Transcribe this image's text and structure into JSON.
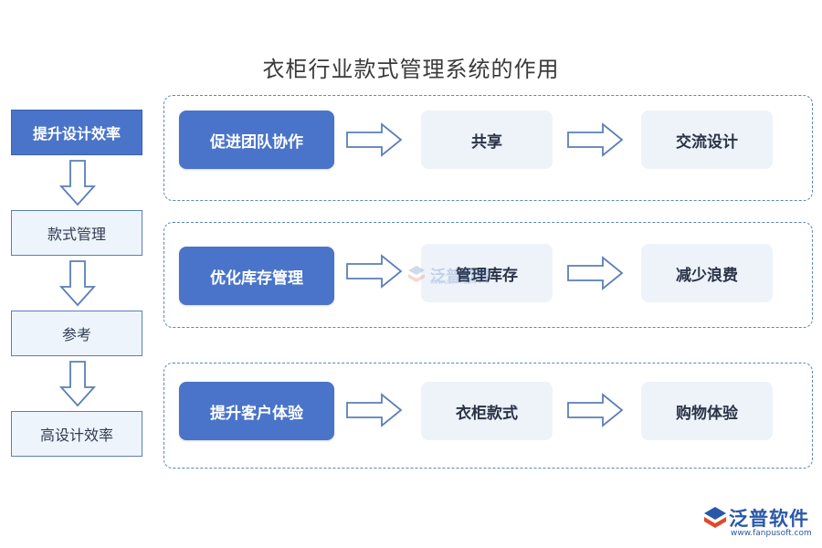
{
  "title": "衣柜行业款式管理系统的作用",
  "left_flow": [
    {
      "label": "提升设计效率"
    },
    {
      "label": "款式管理"
    },
    {
      "label": "参考"
    },
    {
      "label": "高设计效率"
    }
  ],
  "rows": [
    {
      "main": "促进团队协作",
      "step1": "共享",
      "step2": "交流设计"
    },
    {
      "main": "优化库存管理",
      "step1": "管理库存",
      "step2": "减少浪费"
    },
    {
      "main": "提升客户体验",
      "step1": "衣柜款式",
      "step2": "购物体验"
    }
  ],
  "watermark": {
    "name": "泛普软件",
    "url": "FANPUSOFT.COM"
  },
  "logo": {
    "name": "泛普软件",
    "url": "www.fanpusoft.com"
  },
  "colors": {
    "primary": "#4a74c9",
    "light_fill": "#eef3fa",
    "border": "#5b87b8"
  }
}
